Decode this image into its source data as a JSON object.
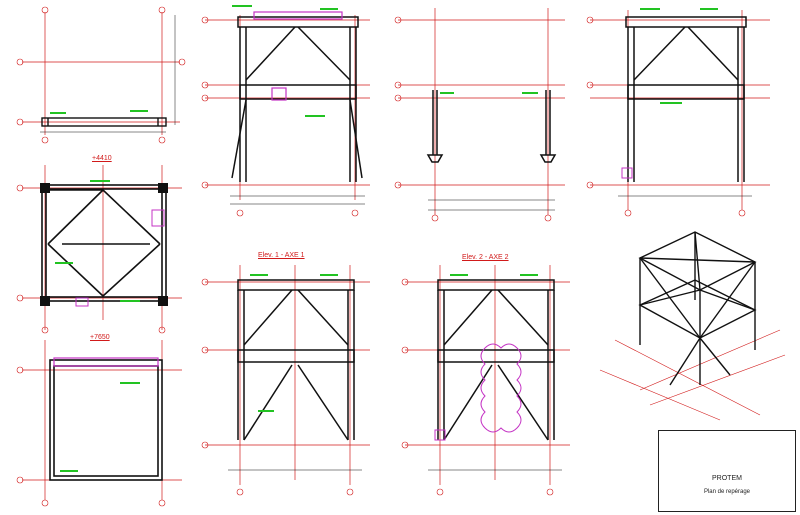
{
  "drawing": {
    "level_labels": {
      "plan_4410": "+4410",
      "plan_7650": "+7650"
    },
    "elevation_labels": {
      "elev_a": "Elev. 1 - AXE 1",
      "elev_b": "Elev. 2 - AXE 2"
    },
    "title_block": {
      "company": "PROTEM",
      "title": "Plan de repérage"
    },
    "colors": {
      "grid": "#d11a1a",
      "steel": "#111111",
      "annotation": "#22c322",
      "revision": "#c433c4"
    }
  }
}
